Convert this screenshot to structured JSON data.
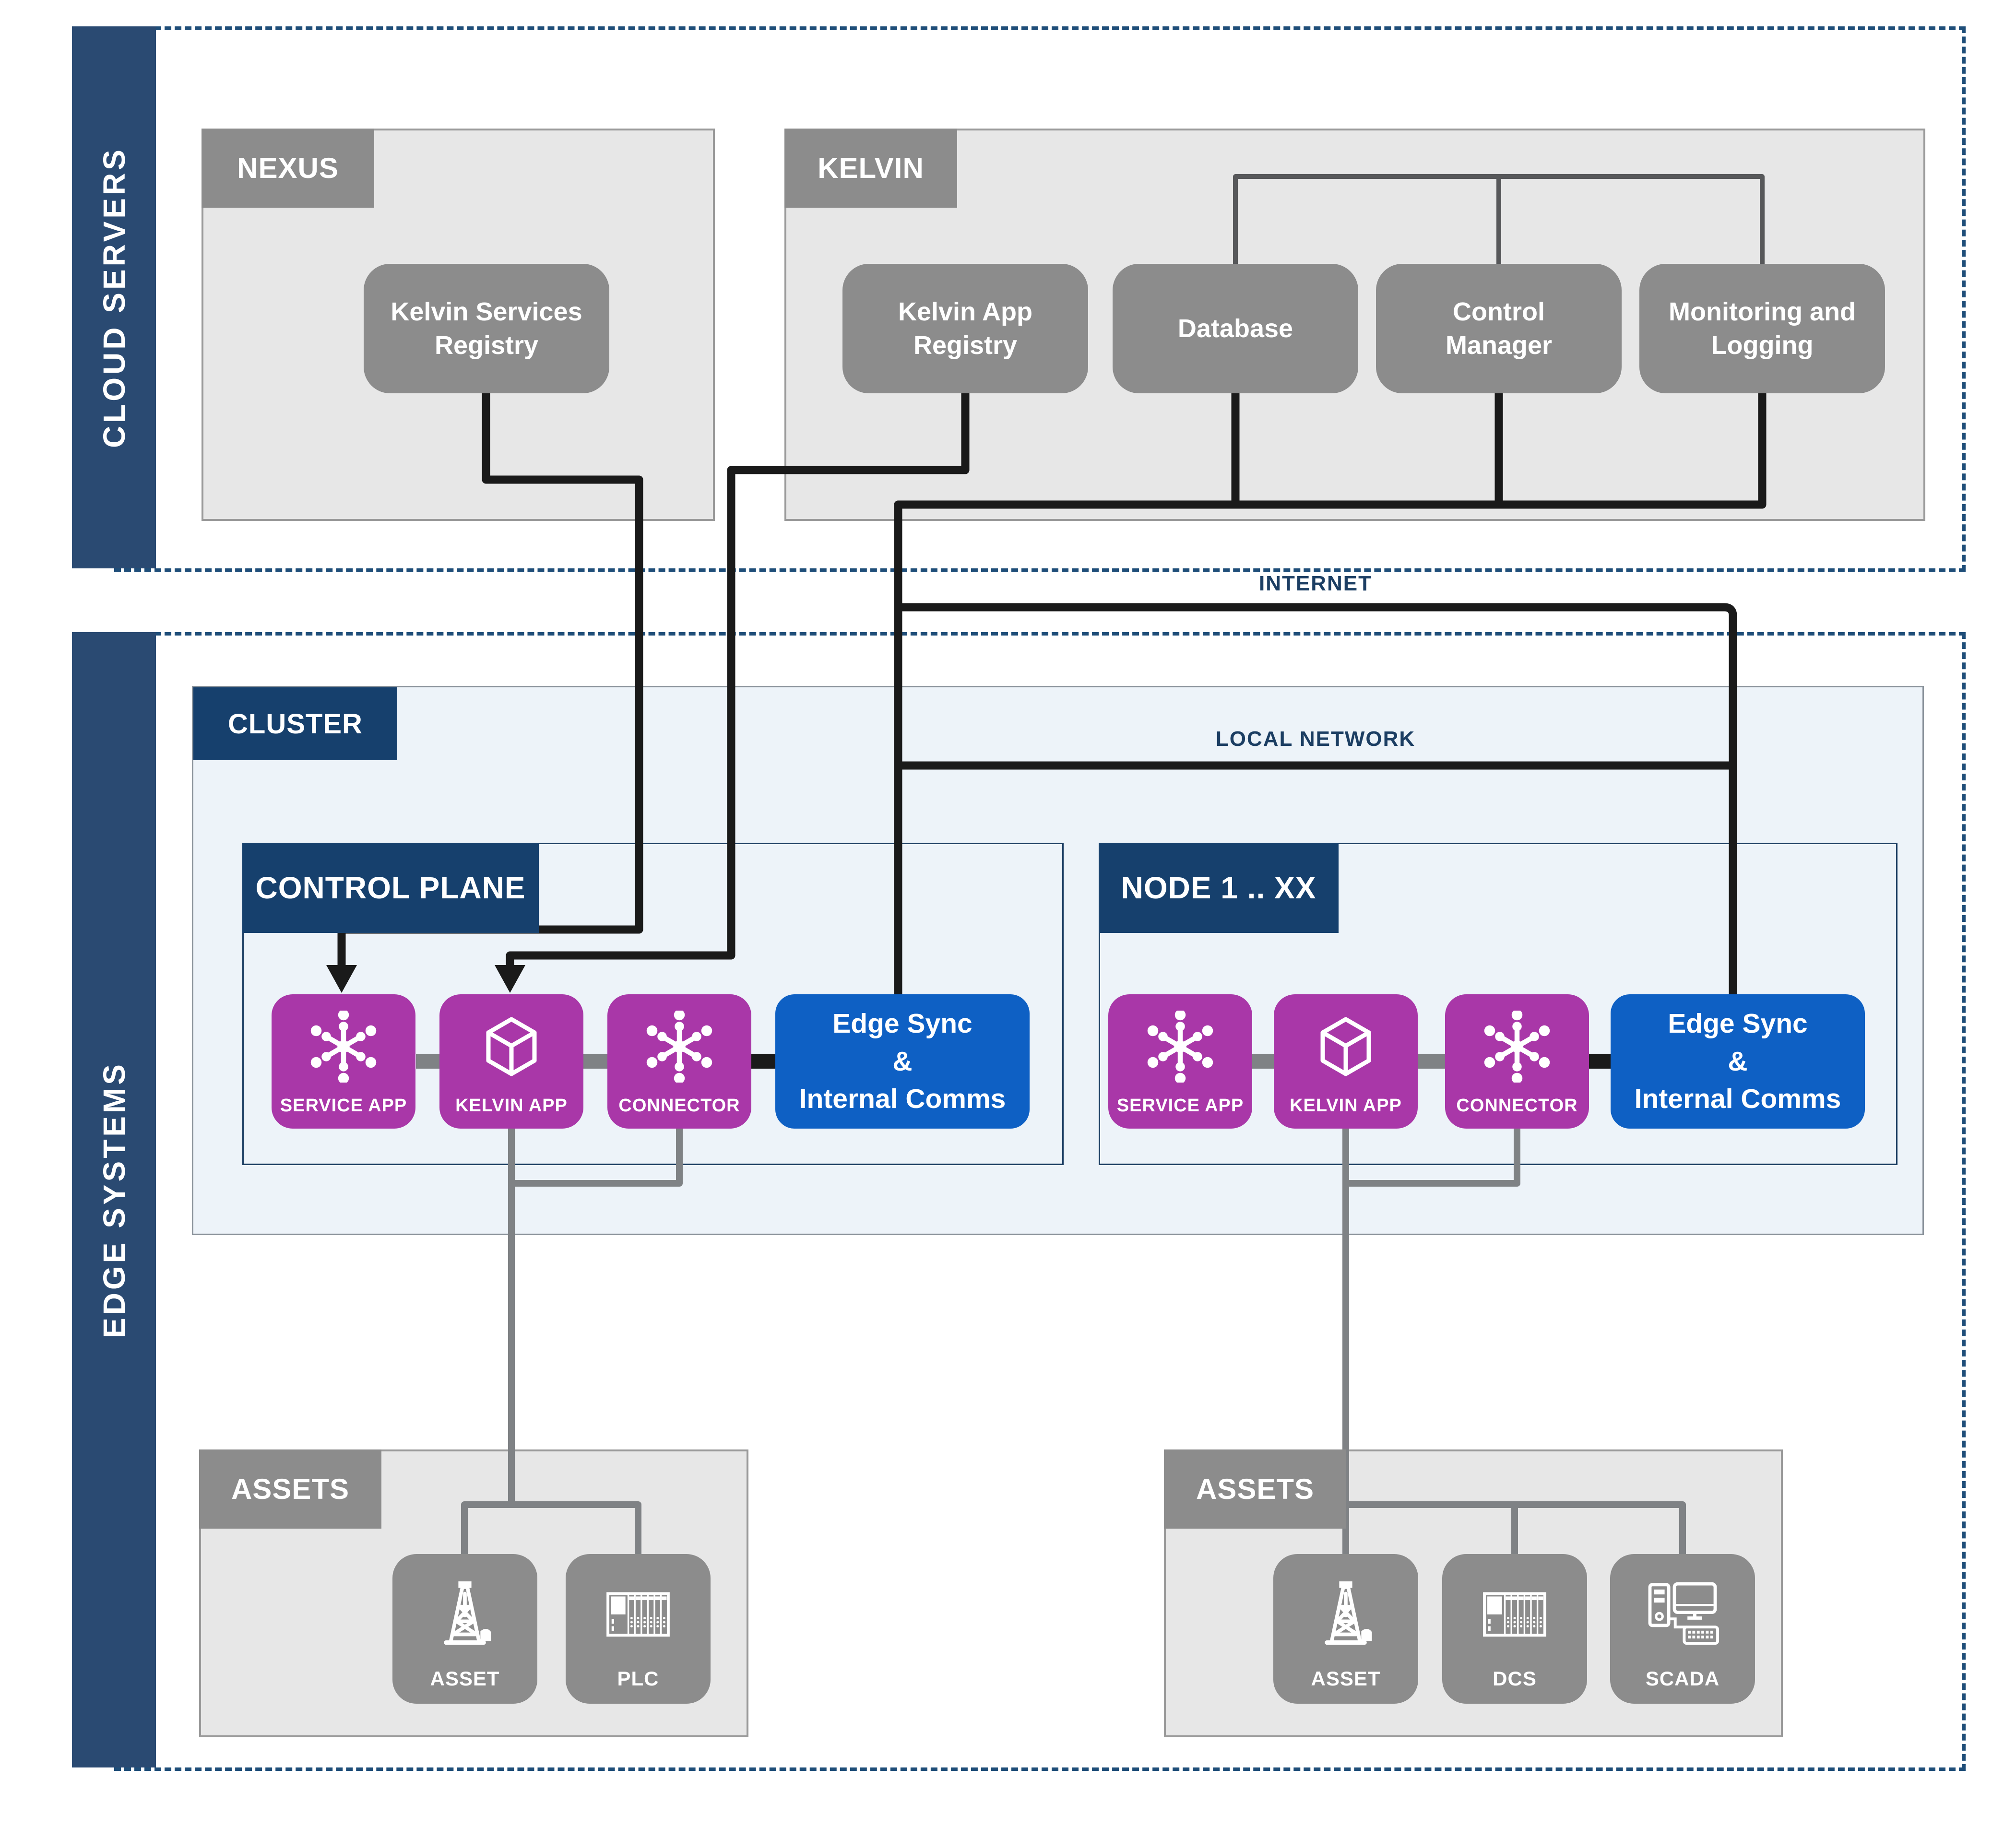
{
  "colors": {
    "sidebar_navy": "#2a4a72",
    "tab_navy": "#16406d",
    "dashed_border": "#1f4e79",
    "panel_gray": "#e7e7e7",
    "box_gray": "#8c8c8c",
    "cluster_blue": "#edf3f9",
    "app_magenta": "#a937a8",
    "edge_sync_blue": "#0e60c4",
    "wire_black": "#1a1a1a",
    "wire_gray": "#7f8285"
  },
  "sidebars": {
    "cloud": "CLOUD SERVERS",
    "edge": "EDGE SYSTEMS"
  },
  "cloud": {
    "nexus": {
      "tab": "NEXUS",
      "registry": "Kelvin Services Registry"
    },
    "kelvin": {
      "tab": "KELVIN",
      "items": [
        "Kelvin App Registry",
        "Database",
        "Control Manager",
        "Monitoring and Logging"
      ]
    }
  },
  "network": {
    "internet_label": "INTERNET",
    "local_label": "LOCAL NETWORK"
  },
  "cluster": {
    "tab": "CLUSTER",
    "control_plane": {
      "tab": "CONTROL PLANE",
      "service_app": "SERVICE APP",
      "kelvin_app": "KELVIN APP",
      "connector": "CONNECTOR",
      "edge_sync": {
        "line1": "Edge Sync",
        "line2": "&",
        "line3": "Internal Comms"
      }
    },
    "node": {
      "tab": "NODE 1 .. XX",
      "service_app": "SERVICE APP",
      "kelvin_app": "KELVIN APP",
      "connector": "CONNECTOR",
      "edge_sync": {
        "line1": "Edge Sync",
        "line2": "&",
        "line3": "Internal Comms"
      }
    }
  },
  "assets_left": {
    "tab": "ASSETS",
    "items": [
      "ASSET",
      "PLC"
    ]
  },
  "assets_right": {
    "tab": "ASSETS",
    "items": [
      "ASSET",
      "DCS",
      "SCADA"
    ]
  }
}
